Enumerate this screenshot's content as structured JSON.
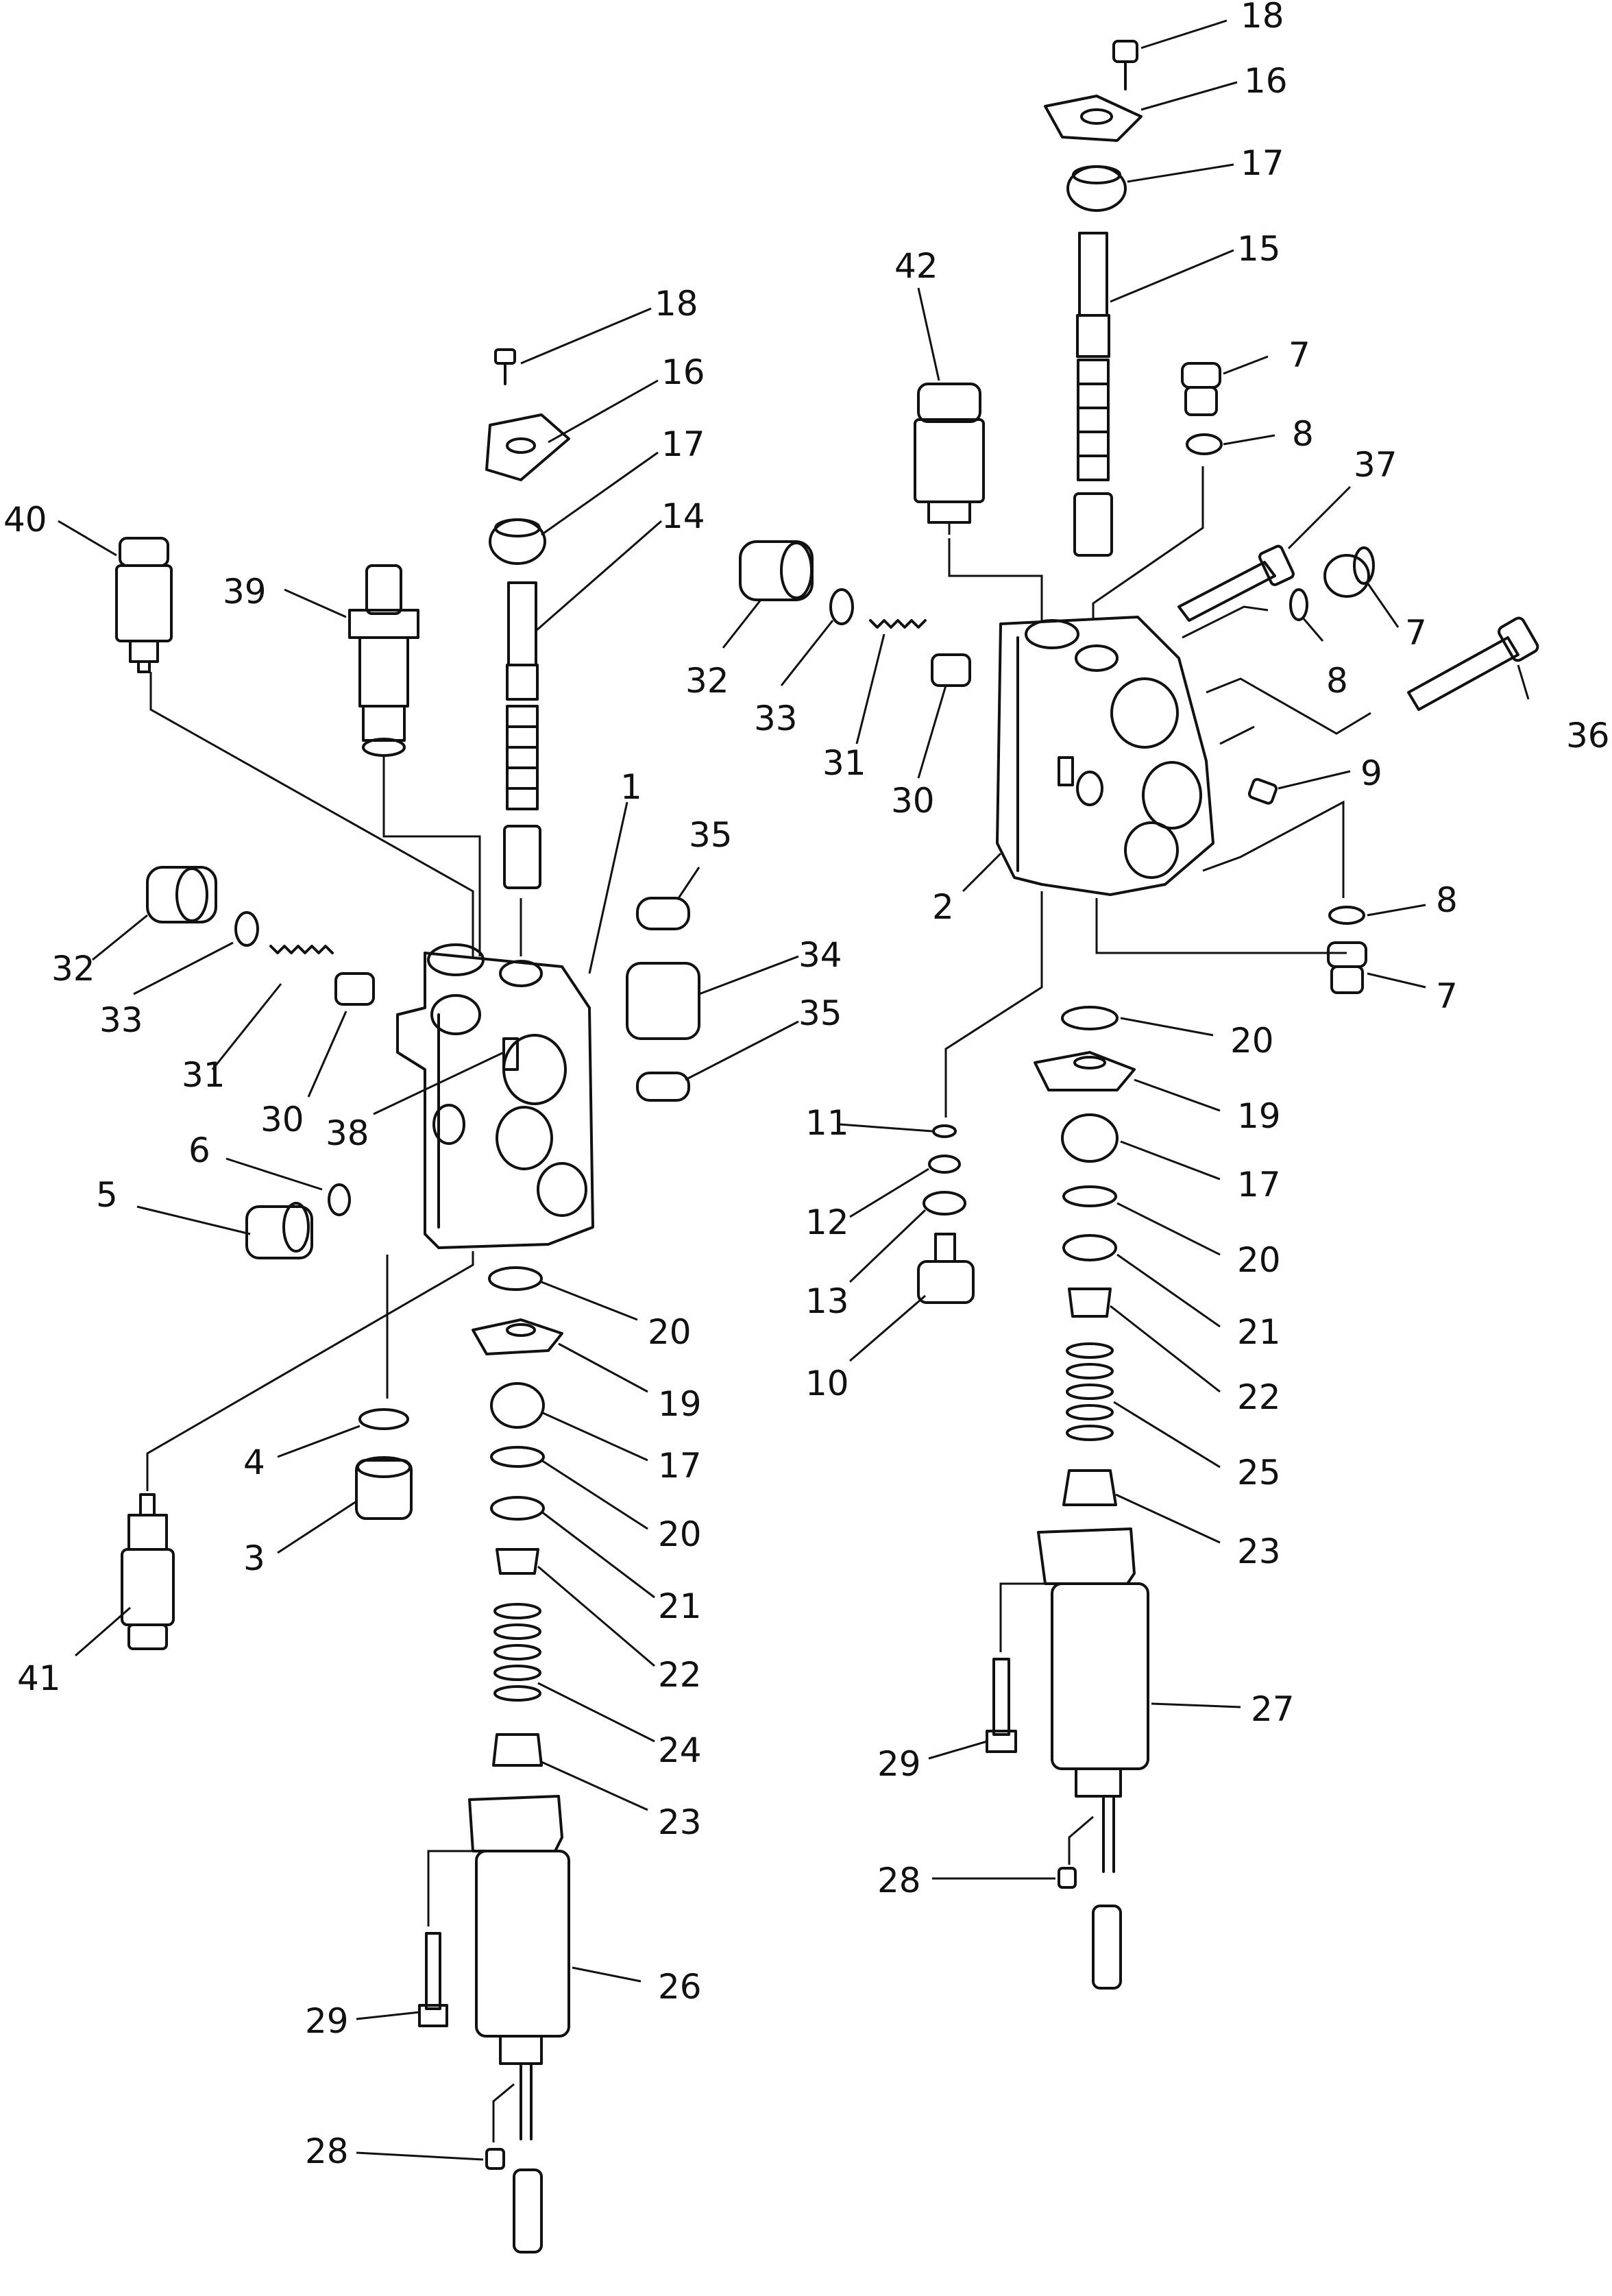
{
  "callouts": {
    "left": [
      "40",
      "39",
      "18",
      "16",
      "17",
      "14",
      "1",
      "35",
      "34",
      "35",
      "32",
      "33",
      "31",
      "30",
      "38",
      "6",
      "5",
      "20",
      "19",
      "17",
      "20",
      "21",
      "22",
      "24",
      "23",
      "4",
      "3",
      "41",
      "26",
      "29",
      "28"
    ],
    "right": [
      "18",
      "16",
      "17",
      "15",
      "42",
      "7",
      "8",
      "37",
      "7",
      "8",
      "36",
      "32",
      "33",
      "31",
      "30",
      "9",
      "2",
      "8",
      "7",
      "20",
      "19",
      "17",
      "20",
      "21",
      "22",
      "25",
      "23",
      "11",
      "12",
      "13",
      "10",
      "27",
      "29",
      "28"
    ]
  }
}
